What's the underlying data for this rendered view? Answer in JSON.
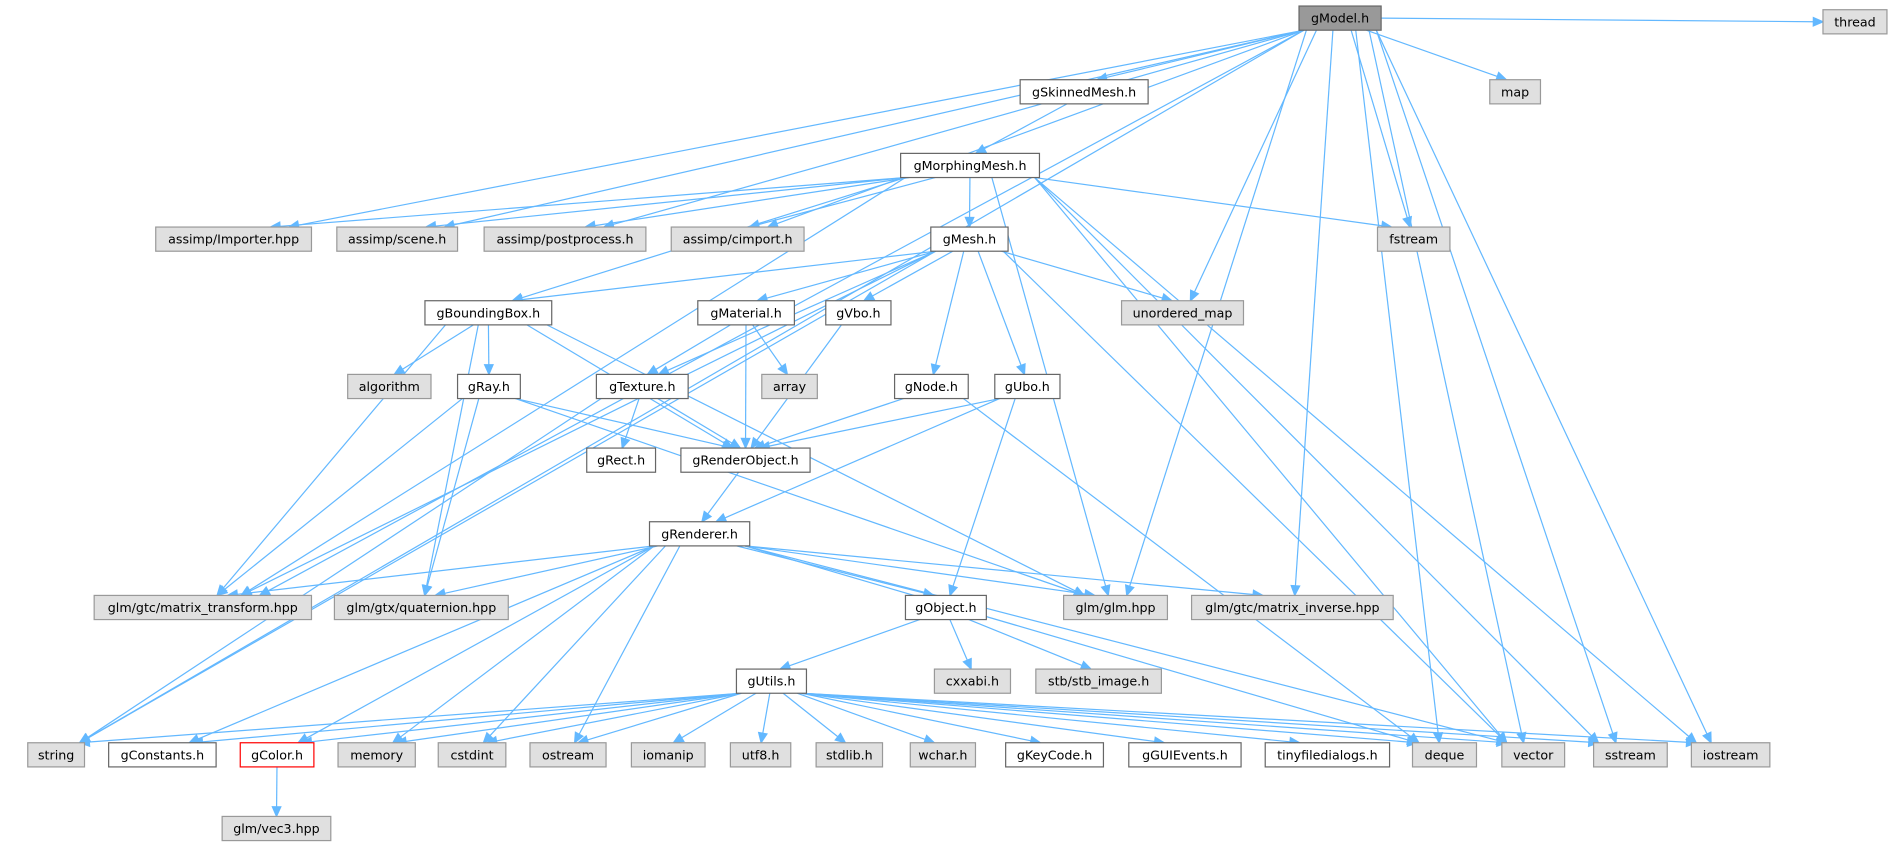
{
  "graph": {
    "title": "gModel.h",
    "colors": {
      "edge": "#63b8ff",
      "system_fill": "#e0e0e0",
      "root_fill": "#999999",
      "highlight_border": "#ff0000"
    },
    "nodes": [
      {
        "id": "gModel",
        "label": "gModel.h",
        "kind": "root"
      },
      {
        "id": "gSkinnedMesh",
        "label": "gSkinnedMesh.h",
        "kind": "proj"
      },
      {
        "id": "map",
        "label": "map",
        "kind": "sys"
      },
      {
        "id": "thread",
        "label": "thread",
        "kind": "sys"
      },
      {
        "id": "gMorphingMesh",
        "label": "gMorphingMesh.h",
        "kind": "proj"
      },
      {
        "id": "importer",
        "label": "assimp/Importer.hpp",
        "kind": "sys"
      },
      {
        "id": "scene",
        "label": "assimp/scene.h",
        "kind": "sys"
      },
      {
        "id": "postprocess",
        "label": "assimp/postprocess.h",
        "kind": "sys"
      },
      {
        "id": "cimport",
        "label": "assimp/cimport.h",
        "kind": "sys"
      },
      {
        "id": "gMesh",
        "label": "gMesh.h",
        "kind": "proj"
      },
      {
        "id": "fstream",
        "label": "fstream",
        "kind": "sys"
      },
      {
        "id": "gBoundingBox",
        "label": "gBoundingBox.h",
        "kind": "proj"
      },
      {
        "id": "gMaterial",
        "label": "gMaterial.h",
        "kind": "proj"
      },
      {
        "id": "gVbo",
        "label": "gVbo.h",
        "kind": "proj"
      },
      {
        "id": "unordered_map",
        "label": "unordered_map",
        "kind": "sys"
      },
      {
        "id": "algorithm",
        "label": "algorithm",
        "kind": "sys"
      },
      {
        "id": "gRay",
        "label": "gRay.h",
        "kind": "proj"
      },
      {
        "id": "gTexture",
        "label": "gTexture.h",
        "kind": "proj"
      },
      {
        "id": "array",
        "label": "array",
        "kind": "sys"
      },
      {
        "id": "gNode",
        "label": "gNode.h",
        "kind": "proj"
      },
      {
        "id": "gUbo",
        "label": "gUbo.h",
        "kind": "proj"
      },
      {
        "id": "gRect",
        "label": "gRect.h",
        "kind": "proj"
      },
      {
        "id": "gRenderObject",
        "label": "gRenderObject.h",
        "kind": "proj"
      },
      {
        "id": "gRenderer",
        "label": "gRenderer.h",
        "kind": "proj"
      },
      {
        "id": "matrix_transform",
        "label": "glm/gtc/matrix_transform.hpp",
        "kind": "sys"
      },
      {
        "id": "quaternion",
        "label": "glm/gtx/quaternion.hpp",
        "kind": "sys"
      },
      {
        "id": "gObject",
        "label": "gObject.h",
        "kind": "proj"
      },
      {
        "id": "glm",
        "label": "glm/glm.hpp",
        "kind": "sys"
      },
      {
        "id": "matrix_inverse",
        "label": "glm/gtc/matrix_inverse.hpp",
        "kind": "sys"
      },
      {
        "id": "cxxabi",
        "label": "cxxabi.h",
        "kind": "sys"
      },
      {
        "id": "stb",
        "label": "stb/stb_image.h",
        "kind": "sys"
      },
      {
        "id": "gUtils",
        "label": "gUtils.h",
        "kind": "proj"
      },
      {
        "id": "string",
        "label": "string",
        "kind": "sys"
      },
      {
        "id": "gConstants",
        "label": "gConstants.h",
        "kind": "proj"
      },
      {
        "id": "gColor",
        "label": "gColor.h",
        "kind": "warn"
      },
      {
        "id": "memory",
        "label": "memory",
        "kind": "sys"
      },
      {
        "id": "cstdint",
        "label": "cstdint",
        "kind": "sys"
      },
      {
        "id": "ostream",
        "label": "ostream",
        "kind": "sys"
      },
      {
        "id": "iomanip",
        "label": "iomanip",
        "kind": "sys"
      },
      {
        "id": "utf8",
        "label": "utf8.h",
        "kind": "sys"
      },
      {
        "id": "stdlib",
        "label": "stdlib.h",
        "kind": "sys"
      },
      {
        "id": "wchar",
        "label": "wchar.h",
        "kind": "sys"
      },
      {
        "id": "gKeyCode",
        "label": "gKeyCode.h",
        "kind": "proj"
      },
      {
        "id": "gGUIEvents",
        "label": "gGUIEvents.h",
        "kind": "proj"
      },
      {
        "id": "tinyfiledialogs",
        "label": "tinyfiledialogs.h",
        "kind": "proj"
      },
      {
        "id": "deque",
        "label": "deque",
        "kind": "sys"
      },
      {
        "id": "vector",
        "label": "vector",
        "kind": "sys"
      },
      {
        "id": "sstream",
        "label": "sstream",
        "kind": "sys"
      },
      {
        "id": "iostream",
        "label": "iostream",
        "kind": "sys"
      },
      {
        "id": "vec3",
        "label": "glm/vec3.hpp",
        "kind": "sys"
      }
    ],
    "edges": [
      [
        "gModel",
        "gSkinnedMesh"
      ],
      [
        "gModel",
        "map"
      ],
      [
        "gModel",
        "thread"
      ],
      [
        "gModel",
        "importer"
      ],
      [
        "gModel",
        "scene"
      ],
      [
        "gModel",
        "postprocess"
      ],
      [
        "gModel",
        "cimport"
      ],
      [
        "gModel",
        "fstream"
      ],
      [
        "gModel",
        "unordered_map"
      ],
      [
        "gModel",
        "glm"
      ],
      [
        "gModel",
        "matrix_inverse"
      ],
      [
        "gModel",
        "matrix_transform"
      ],
      [
        "gModel",
        "string"
      ],
      [
        "gModel",
        "deque"
      ],
      [
        "gModel",
        "vector"
      ],
      [
        "gModel",
        "sstream"
      ],
      [
        "gModel",
        "iostream"
      ],
      [
        "gSkinnedMesh",
        "gMorphingMesh"
      ],
      [
        "gMorphingMesh",
        "importer"
      ],
      [
        "gMorphingMesh",
        "scene"
      ],
      [
        "gMorphingMesh",
        "postprocess"
      ],
      [
        "gMorphingMesh",
        "cimport"
      ],
      [
        "gMorphingMesh",
        "gMesh"
      ],
      [
        "gMorphingMesh",
        "fstream"
      ],
      [
        "gMorphingMesh",
        "gBoundingBox"
      ],
      [
        "gMorphingMesh",
        "matrix_transform"
      ],
      [
        "gMorphingMesh",
        "glm"
      ],
      [
        "gMorphingMesh",
        "vector"
      ],
      [
        "gMorphingMesh",
        "sstream"
      ],
      [
        "gMorphingMesh",
        "iostream"
      ],
      [
        "gMesh",
        "gBoundingBox"
      ],
      [
        "gMesh",
        "gMaterial"
      ],
      [
        "gMesh",
        "gVbo"
      ],
      [
        "gMesh",
        "unordered_map"
      ],
      [
        "gMesh",
        "gTexture"
      ],
      [
        "gMesh",
        "gNode"
      ],
      [
        "gMesh",
        "gUbo"
      ],
      [
        "gMesh",
        "vector"
      ],
      [
        "gMesh",
        "string"
      ],
      [
        "gMesh",
        "matrix_transform"
      ],
      [
        "gBoundingBox",
        "algorithm"
      ],
      [
        "gBoundingBox",
        "gRay"
      ],
      [
        "gBoundingBox",
        "gRenderObject"
      ],
      [
        "gBoundingBox",
        "matrix_transform"
      ],
      [
        "gBoundingBox",
        "quaternion"
      ],
      [
        "gBoundingBox",
        "glm"
      ],
      [
        "gMaterial",
        "gTexture"
      ],
      [
        "gMaterial",
        "array"
      ],
      [
        "gMaterial",
        "gRenderObject"
      ],
      [
        "gVbo",
        "gRenderObject"
      ],
      [
        "gRay",
        "gRenderObject"
      ],
      [
        "gRay",
        "matrix_transform"
      ],
      [
        "gRay",
        "quaternion"
      ],
      [
        "gRay",
        "glm"
      ],
      [
        "gTexture",
        "gRect"
      ],
      [
        "gTexture",
        "gRenderObject"
      ],
      [
        "gTexture",
        "string"
      ],
      [
        "gNode",
        "gRenderObject"
      ],
      [
        "gNode",
        "deque"
      ],
      [
        "gUbo",
        "gRenderObject"
      ],
      [
        "gUbo",
        "gRenderer"
      ],
      [
        "gUbo",
        "gObject"
      ],
      [
        "gRenderObject",
        "gRenderer"
      ],
      [
        "gRenderer",
        "matrix_transform"
      ],
      [
        "gRenderer",
        "quaternion"
      ],
      [
        "gRenderer",
        "gObject"
      ],
      [
        "gRenderer",
        "glm"
      ],
      [
        "gRenderer",
        "matrix_inverse"
      ],
      [
        "gRenderer",
        "vector"
      ],
      [
        "gRenderer",
        "gConstants"
      ],
      [
        "gRenderer",
        "gColor"
      ],
      [
        "gRenderer",
        "memory"
      ],
      [
        "gRenderer",
        "cstdint"
      ],
      [
        "gRenderer",
        "ostream"
      ],
      [
        "gRenderer",
        "deque"
      ],
      [
        "gObject",
        "gUtils"
      ],
      [
        "gObject",
        "cxxabi"
      ],
      [
        "gObject",
        "stb"
      ],
      [
        "gUtils",
        "string"
      ],
      [
        "gUtils",
        "gConstants"
      ],
      [
        "gUtils",
        "gColor"
      ],
      [
        "gUtils",
        "memory"
      ],
      [
        "gUtils",
        "cstdint"
      ],
      [
        "gUtils",
        "ostream"
      ],
      [
        "gUtils",
        "iomanip"
      ],
      [
        "gUtils",
        "utf8"
      ],
      [
        "gUtils",
        "stdlib"
      ],
      [
        "gUtils",
        "wchar"
      ],
      [
        "gUtils",
        "gKeyCode"
      ],
      [
        "gUtils",
        "gGUIEvents"
      ],
      [
        "gUtils",
        "tinyfiledialogs"
      ],
      [
        "gUtils",
        "deque"
      ],
      [
        "gUtils",
        "vector"
      ],
      [
        "gUtils",
        "sstream"
      ],
      [
        "gUtils",
        "iostream"
      ],
      [
        "gColor",
        "vec3"
      ]
    ]
  }
}
